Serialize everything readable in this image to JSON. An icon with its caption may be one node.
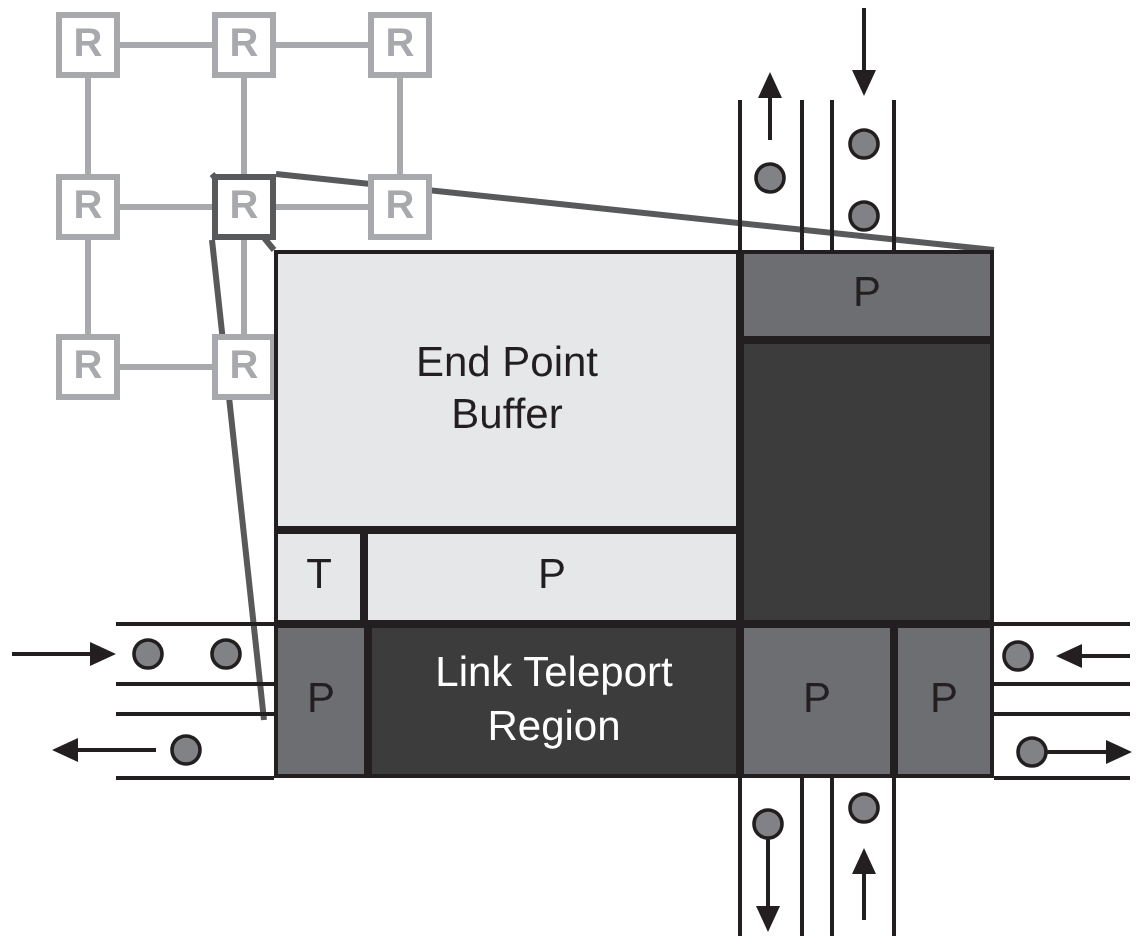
{
  "diagram": {
    "nodes": [
      {
        "text": [
          "R"
        ]
      },
      {
        "text": [
          "R"
        ]
      },
      {
        "text": [
          "R"
        ]
      },
      {
        "text": [
          "R"
        ]
      },
      {
        "text": [
          "R"
        ]
      },
      {
        "text": [
          "R"
        ]
      },
      {
        "text": [
          "R"
        ]
      },
      {
        "text": [
          "R"
        ]
      },
      {
        "text": [
          "End Point Buffer"
        ]
      },
      {
        "text": [
          "T"
        ]
      },
      {
        "text": [
          "P"
        ]
      },
      {
        "text": [
          "P"
        ]
      },
      {
        "text": [],
        "shape": "box"
      },
      {
        "text": [
          "P"
        ]
      },
      {
        "text": [
          "Link Teleport Region"
        ]
      },
      {
        "text": [
          "P"
        ]
      },
      {
        "text": [
          "P"
        ]
      }
    ],
    "edges": [
      {
        "from": 0,
        "to": 1,
        "arrow": "none"
      },
      {
        "from": 1,
        "to": 2,
        "arrow": "none"
      },
      {
        "from": 0,
        "to": 3,
        "arrow": "none"
      },
      {
        "from": 1,
        "to": 4,
        "arrow": "none"
      },
      {
        "from": 2,
        "to": 5,
        "arrow": "none"
      },
      {
        "from": 3,
        "to": 4,
        "arrow": "none"
      },
      {
        "from": 4,
        "to": 5,
        "arrow": "none"
      },
      {
        "from": 3,
        "to": 6,
        "arrow": "none"
      },
      {
        "from": 4,
        "to": 7,
        "arrow": "none"
      },
      {
        "from": 6,
        "to": 7,
        "arrow": "none"
      }
    ]
  }
}
